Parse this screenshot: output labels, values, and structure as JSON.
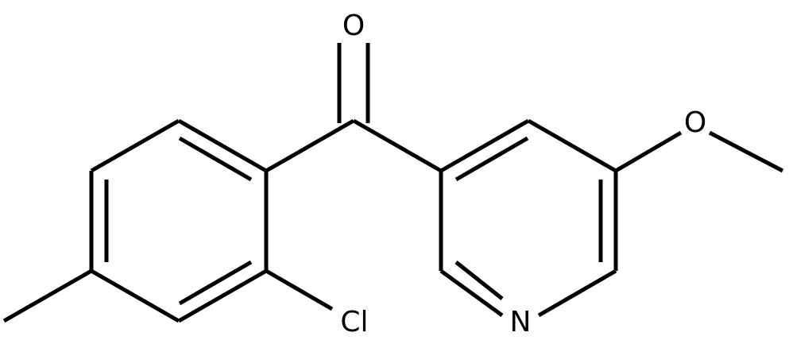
{
  "molecule": {
    "atoms": {
      "oxygen_carbonyl": "O",
      "oxygen_methoxy": "O",
      "chlorine": "Cl",
      "nitrogen": "N"
    }
  }
}
